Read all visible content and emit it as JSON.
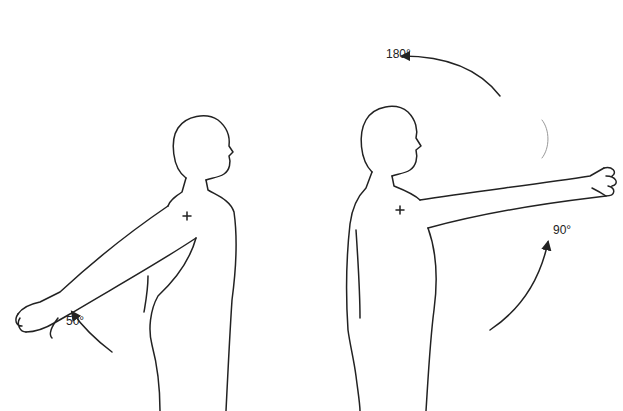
{
  "diagram": {
    "labels": [
      "50°",
      "90°",
      "180°"
    ]
  }
}
